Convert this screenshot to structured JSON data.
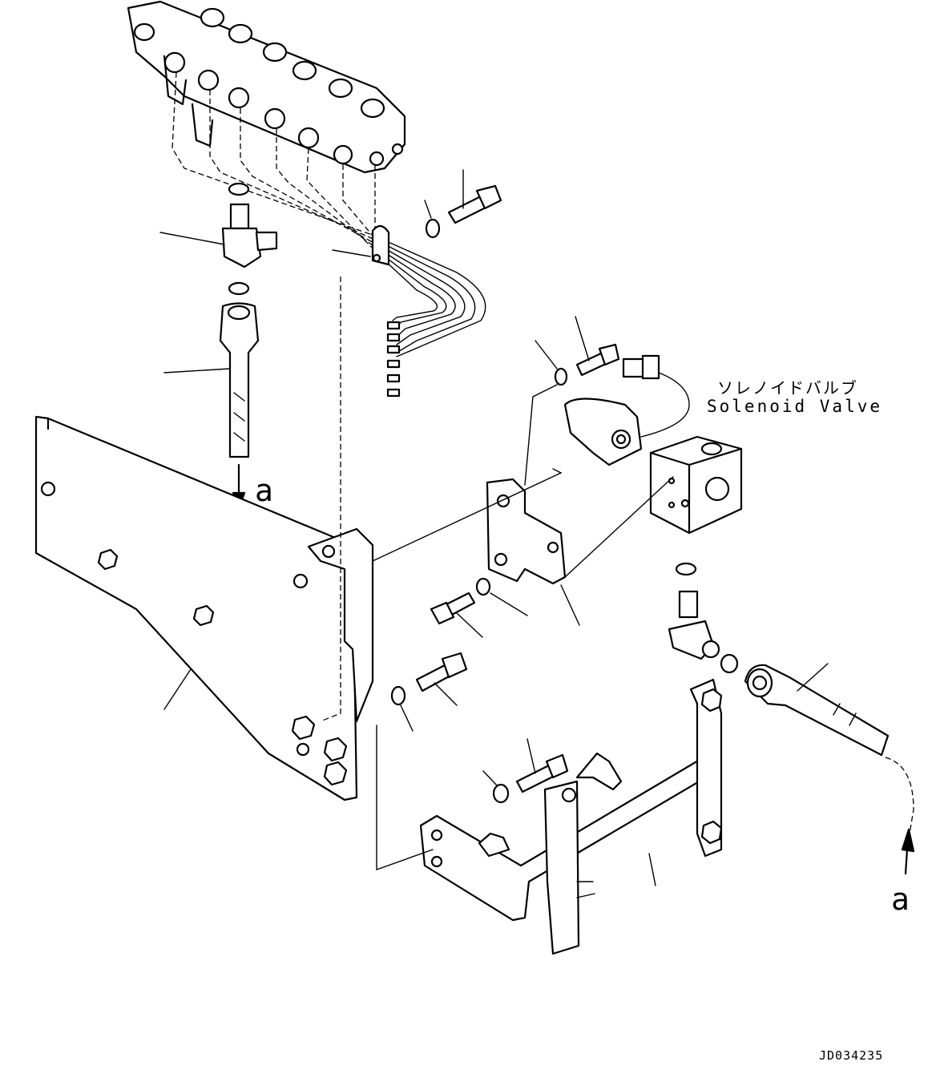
{
  "labels": {
    "solenoid_jp": "ソレノイドバルブ",
    "solenoid_en": "Solenoid Valve",
    "ref_a_left": "a",
    "ref_a_right": "a",
    "drawing_code": "JD034235"
  }
}
